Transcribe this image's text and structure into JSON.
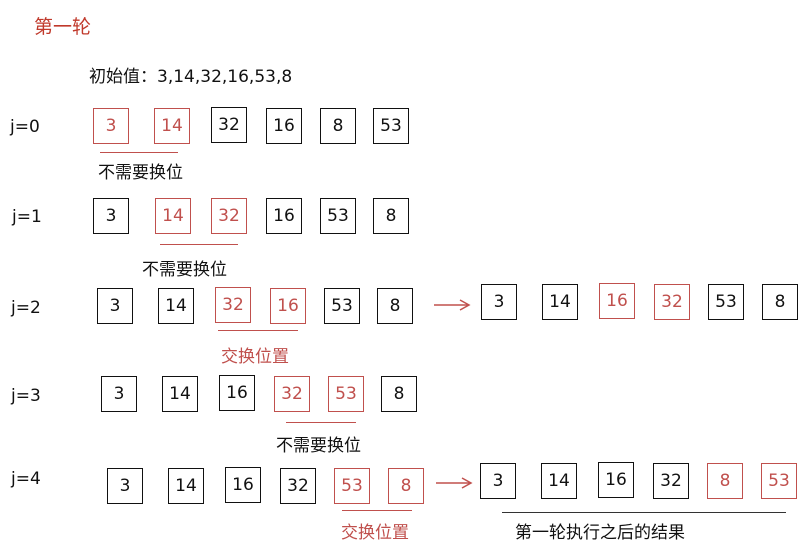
{
  "title": "第一轮",
  "initial_label": "初始值：",
  "initial_values": "3,14,32,16,53,8",
  "rows": [
    {
      "label": "j=0",
      "values": [
        "3",
        "14",
        "32",
        "16",
        "8",
        "53"
      ],
      "note": "不需要换位"
    },
    {
      "label": "j=1",
      "values": [
        "3",
        "14",
        "32",
        "16",
        "53",
        "8"
      ],
      "note": "不需要换位"
    },
    {
      "label": "j=2",
      "values": [
        "3",
        "14",
        "32",
        "16",
        "53",
        "8"
      ],
      "note": "交换位置",
      "result": [
        "3",
        "14",
        "16",
        "32",
        "53",
        "8"
      ]
    },
    {
      "label": "j=3",
      "values": [
        "3",
        "14",
        "16",
        "32",
        "53",
        "8"
      ],
      "note": "不需要换位"
    },
    {
      "label": "j=4",
      "values": [
        "3",
        "14",
        "16",
        "32",
        "53",
        "8"
      ],
      "note": "交换位置",
      "result": [
        "3",
        "14",
        "16",
        "32",
        "8",
        "53"
      ]
    }
  ],
  "final_caption": "第一轮执行之后的结果",
  "colors": {
    "highlight": "#c0504d",
    "title": "#c0392b",
    "box_border": "#111111"
  }
}
